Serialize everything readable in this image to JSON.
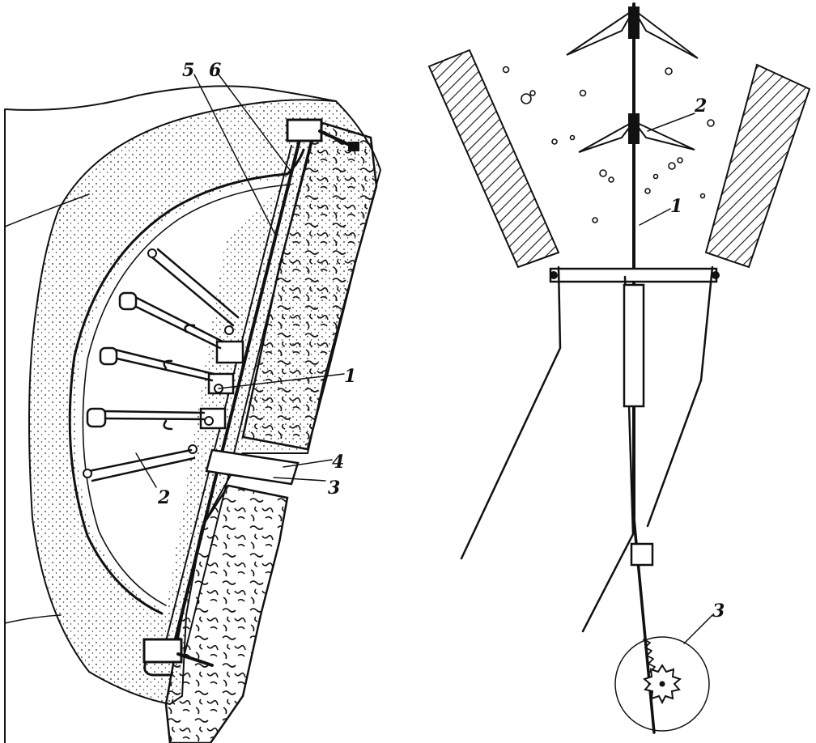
{
  "figure": {
    "left_panel": {
      "callouts": [
        {
          "id": "1",
          "text": "1"
        },
        {
          "id": "2",
          "text": "2"
        },
        {
          "id": "3",
          "text": "3"
        },
        {
          "id": "4",
          "text": "4"
        },
        {
          "id": "5",
          "text": "5"
        },
        {
          "id": "6",
          "text": "6"
        }
      ]
    },
    "right_panel": {
      "callouts": [
        {
          "id": "1",
          "text": "1"
        },
        {
          "id": "2",
          "text": "2"
        },
        {
          "id": "3",
          "text": "3"
        }
      ]
    }
  }
}
